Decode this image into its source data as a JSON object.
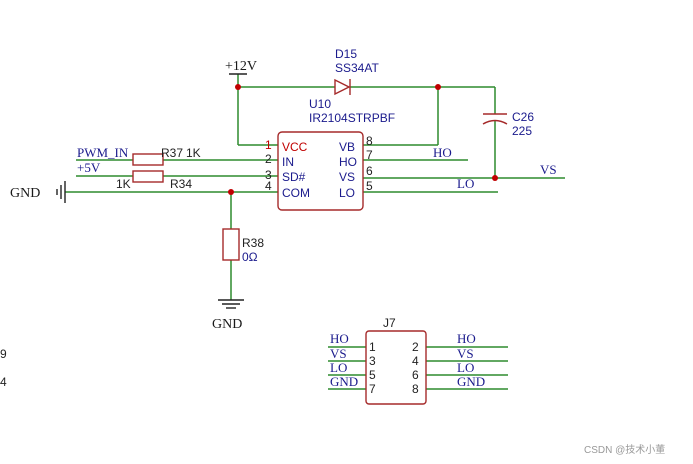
{
  "supply": {
    "v12": "+12V",
    "gnd_left": "GND",
    "gnd_bottom": "GND",
    "p5v": "+5V"
  },
  "diode": {
    "ref": "D15",
    "value": "SS34AT"
  },
  "ic": {
    "ref": "U10",
    "value": "IR2104STRPBF",
    "left_pins": [
      {
        "num": "1",
        "name": "VCC"
      },
      {
        "num": "2",
        "name": "IN"
      },
      {
        "num": "3",
        "name": "SD#"
      },
      {
        "num": "4",
        "name": "COM"
      }
    ],
    "right_pins": [
      {
        "num": "8",
        "name": "VB"
      },
      {
        "num": "7",
        "name": "HO"
      },
      {
        "num": "6",
        "name": "VS"
      },
      {
        "num": "5",
        "name": "LO"
      }
    ]
  },
  "cap": {
    "ref": "C26",
    "value": "225"
  },
  "resistors": {
    "r37": {
      "ref": "R37",
      "value": "1K"
    },
    "r34": {
      "ref": "R34",
      "value": "1K"
    },
    "r38": {
      "ref": "R38",
      "value": "0Ω"
    }
  },
  "nets": {
    "pwm_in": "PWM_IN",
    "ho": "HO",
    "vs": "VS",
    "lo": "LO"
  },
  "connector": {
    "ref": "J7",
    "left": [
      {
        "net": "HO",
        "pin": "1"
      },
      {
        "net": "VS",
        "pin": "3"
      },
      {
        "net": "LO",
        "pin": "5"
      },
      {
        "net": "GND",
        "pin": "7"
      }
    ],
    "right": [
      {
        "net": "HO",
        "pin": "2"
      },
      {
        "net": "VS",
        "pin": "4"
      },
      {
        "net": "LO",
        "pin": "6"
      },
      {
        "net": "GND",
        "pin": "8"
      }
    ]
  },
  "edge_fragments": [
    "9",
    "4"
  ],
  "watermark": "CSDN @技术小董"
}
